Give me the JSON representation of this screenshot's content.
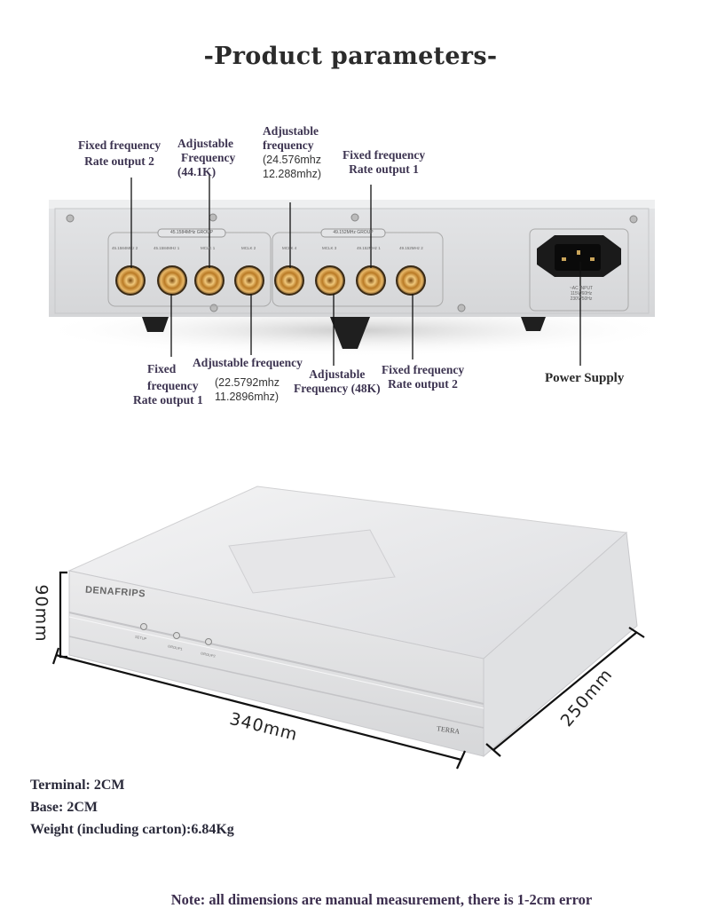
{
  "title": "-Product parameters-",
  "rear_panel": {
    "group1_label": "45.1584MHz GROUP",
    "group2_label": "49.152MHz GROUP",
    "port_labels": [
      "45.1584MHz 2",
      "45.1584MHz 1",
      "MCLK 1",
      "MCLK 2",
      "MCLK 4",
      "MCLK 3",
      "49.152MHz 1",
      "49.152MHz 2"
    ],
    "ac_input": "~AC INPUT",
    "ac_spec1": "115V/60Hz",
    "ac_spec2": "230V/50Hz"
  },
  "callouts_top": [
    {
      "line1": "Fixed frequency",
      "line2": "Rate output 2"
    },
    {
      "line1": "Adjustable",
      "line2": "Frequency",
      "line3": "(44.1K)"
    },
    {
      "line1": "Adjustable",
      "line2": "frequency",
      "line3": "(24.576mhz",
      "line4": "12.288mhz)"
    },
    {
      "line1": "Fixed frequency",
      "line2": "Rate output 1"
    }
  ],
  "callouts_bottom": [
    {
      "line1": "Fixed",
      "line2": "frequency",
      "line3": "Rate output 1"
    },
    {
      "line1": "Adjustable frequency",
      "line2": "(22.5792mhz",
      "line3": "11.2896mhz)"
    },
    {
      "line1": "Adjustable",
      "line2": "Frequency (48K)"
    },
    {
      "line1": "Fixed frequency",
      "line2": "Rate output 2"
    },
    {
      "line1": "Power Supply"
    }
  ],
  "device": {
    "brand": "DENAFRIPS",
    "model": "TERRA",
    "buttons": [
      "SETUP",
      "GROUP1",
      "GROUP2"
    ]
  },
  "dimensions": {
    "height": "90mm",
    "width": "340mm",
    "depth": "250mm"
  },
  "specs": [
    "Terminal: 2CM",
    "Base: 2CM",
    "Weight (including carton):6.84Kg"
  ],
  "note": "Note: all dimensions are manual measurement, there is 1-2cm error"
}
